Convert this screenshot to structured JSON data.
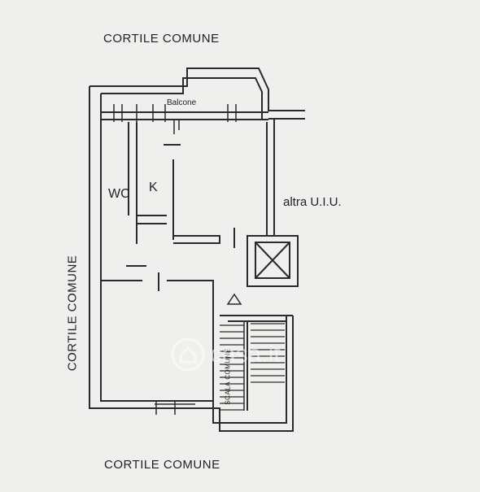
{
  "labels": {
    "top": "CORTILE COMUNE",
    "bottom": "CORTILE COMUNE",
    "left": "CORTILE COMUNE",
    "balcone": "Balcone",
    "wc": "WC",
    "kitchen": "K",
    "altra": "altra U.I.U.",
    "scala": "SCALA COMUNE"
  },
  "watermark": {
    "text": "casa.it",
    "icon": "house-icon"
  },
  "colors": {
    "background": "#efefed",
    "line": "#2a2a2a",
    "watermark": "#ffffff"
  }
}
